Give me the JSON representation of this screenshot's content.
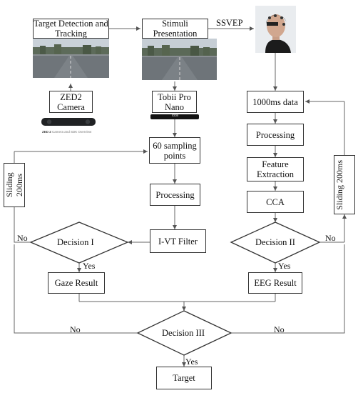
{
  "boxes": {
    "target_detection": "Target Detection and Tracking",
    "stimuli_presentation": "Stimuli Presentation",
    "zed2_camera": "ZED2 Camera",
    "tobii": "Tobii Pro Nano",
    "sampling_points": "60 sampling points",
    "processing_left": "Processing",
    "ivt_filter": "I-VT Filter",
    "gaze_result": "Gaze Result",
    "data_1000ms": "1000ms data",
    "processing_right": "Processing",
    "feature_extraction": "Feature Extraction",
    "cca": "CCA",
    "eeg_result": "EEG Result",
    "target": "Target"
  },
  "decisions": {
    "decision_1": "Decision I",
    "decision_2": "Decision II",
    "decision_3": "Decision III"
  },
  "side_boxes": {
    "sliding_left": "Sliding 200ms",
    "sliding_right": "Sliding 200ms"
  },
  "labels": {
    "ssvep": "SSVEP",
    "no": "No",
    "yes": "Yes",
    "zed_caption_bold": "ZED 2",
    "zed_caption": "Camera and SDK Overview",
    "tobii_device_text": "tobii"
  }
}
